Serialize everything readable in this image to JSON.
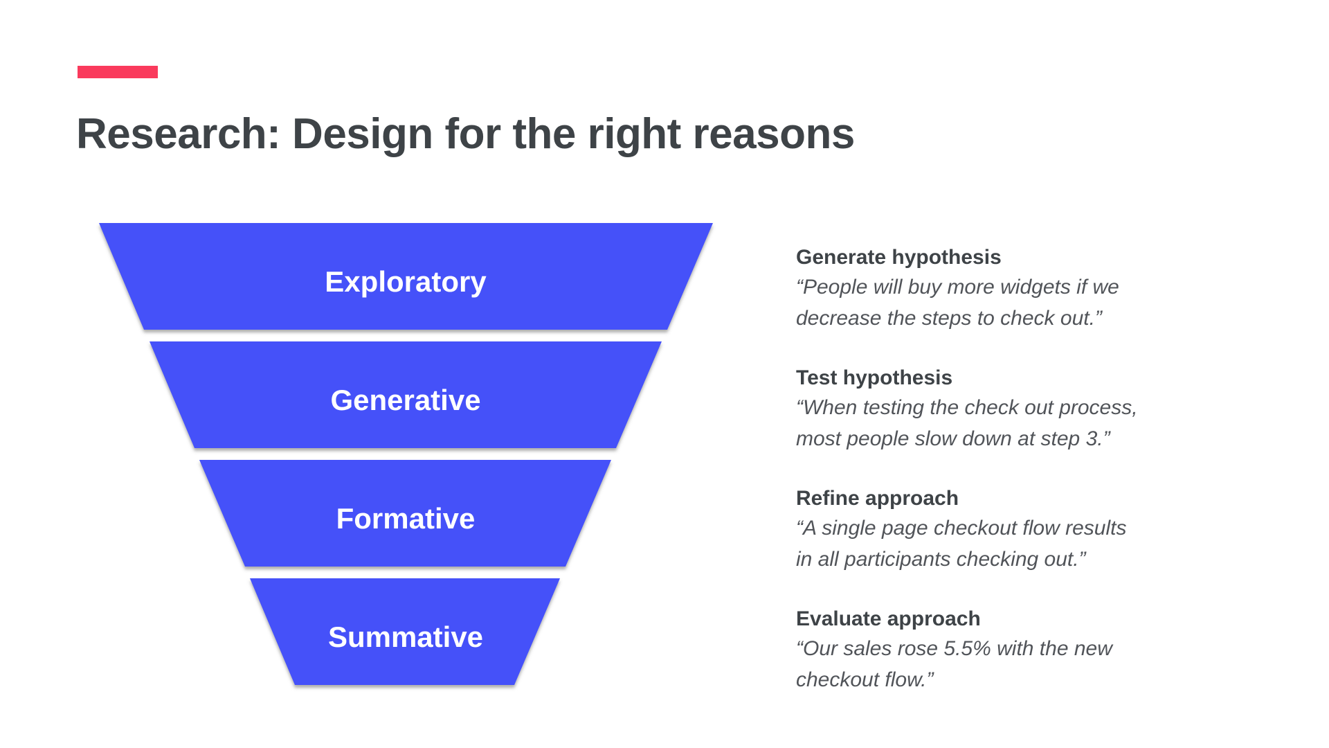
{
  "slide": {
    "title": "Research: Design for the right reasons"
  },
  "colors": {
    "accent_red": "#FA3A5C",
    "funnel_blue": "#4551F9",
    "heading_text": "#3E4347",
    "quote_text": "#515459",
    "funnel_label": "#FFFFFF",
    "background": "#FFFFFF"
  },
  "funnel": {
    "segments": [
      {
        "label": "Exploratory"
      },
      {
        "label": "Generative"
      },
      {
        "label": "Formative"
      },
      {
        "label": "Summative"
      }
    ]
  },
  "annotations": [
    {
      "heading": "Generate hypothesis",
      "quote": "“People will buy more widgets if we\ndecrease the steps to check out.”"
    },
    {
      "heading": "Test hypothesis",
      "quote": "“When testing the check out process,\nmost people slow down at step 3.”"
    },
    {
      "heading": "Refine approach",
      "quote": "“A single page checkout flow results\nin all participants checking out.”"
    },
    {
      "heading": "Evaluate approach",
      "quote": "“Our sales rose 5.5% with the new\ncheckout flow.”"
    }
  ]
}
